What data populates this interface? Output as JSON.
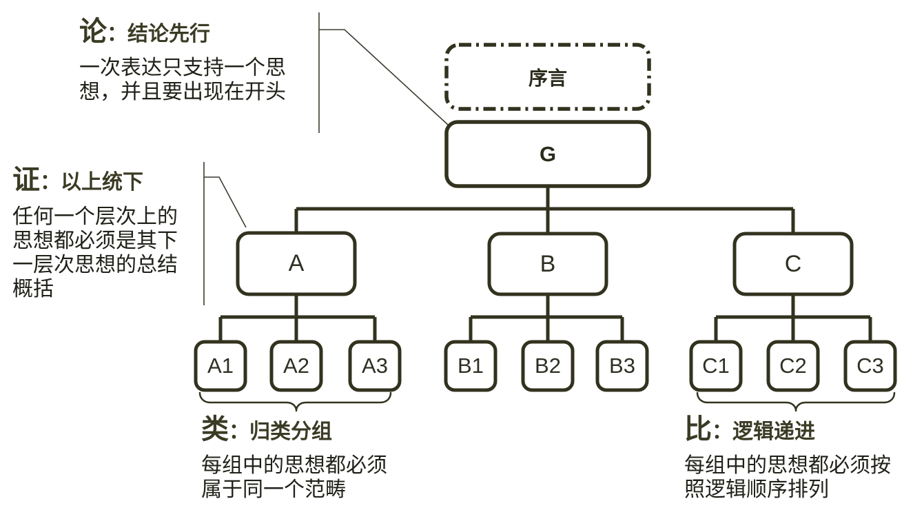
{
  "diagram_title": "pyramid-principle-structure",
  "colors": {
    "background": "#ffffff",
    "line": "#32321f",
    "callout_line": "#3c3c30",
    "keyword_title": "#3b3b25",
    "body_text": "#21211a",
    "node_text": "#2e2e23"
  },
  "nodes": {
    "preface": "序言",
    "root": "G",
    "groups": [
      {
        "parent": "A",
        "children": [
          "A1",
          "A2",
          "A3"
        ]
      },
      {
        "parent": "B",
        "children": [
          "B1",
          "B2",
          "B3"
        ]
      },
      {
        "parent": "C",
        "children": [
          "C1",
          "C2",
          "C3"
        ]
      }
    ]
  },
  "annotations": {
    "conclusion": {
      "keyword": "论",
      "title": "：结论先行",
      "lines": [
        "一次表达只支持一个思",
        "想，并且要出现在开头"
      ]
    },
    "support": {
      "keyword": "证",
      "title": "：以上统下",
      "lines": [
        "任何一个层次上的",
        "思想都必须是其下",
        "一层次思想的总结",
        "概括"
      ]
    },
    "grouping": {
      "keyword": "类",
      "title": "：归类分组",
      "lines": [
        "每组中的思想都必须",
        "属于同一个范畴"
      ]
    },
    "order": {
      "keyword": "比",
      "title": "：逻辑递进",
      "lines": [
        "每组中的思想都必须按",
        "照逻辑顺序排列"
      ]
    }
  }
}
